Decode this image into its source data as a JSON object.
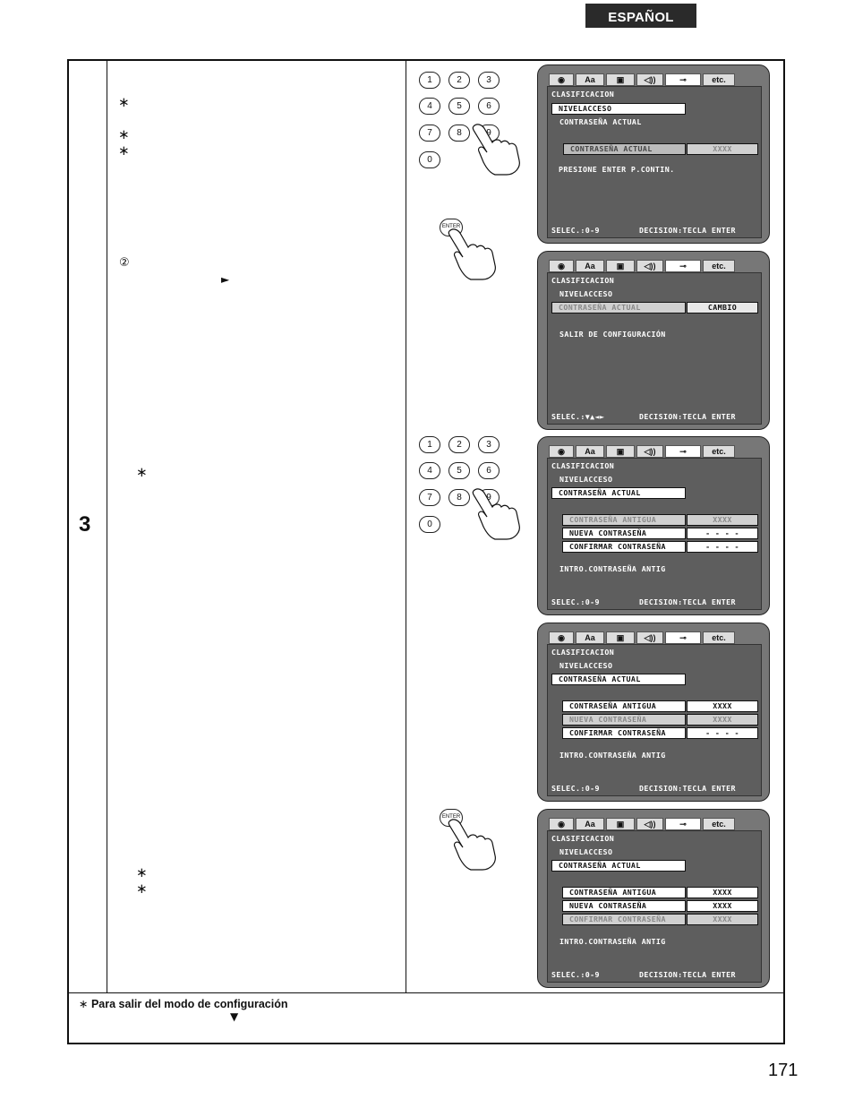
{
  "header": {
    "language": "ESPAÑOL"
  },
  "step": {
    "number": "3"
  },
  "left_column": {
    "asterisk": "∗",
    "circled_number": "②",
    "triangle_right": "►"
  },
  "footer_note": {
    "asterisk": "∗",
    "text": "Para salir del modo de configuración",
    "triangle_down": "▼"
  },
  "page_number": "171",
  "keypad": {
    "keys": [
      "1",
      "2",
      "3",
      "4",
      "5",
      "6",
      "7",
      "8",
      "9",
      "0"
    ]
  },
  "enter_label": "ENTER",
  "tabs": {
    "labels": [
      "",
      "",
      "",
      "",
      "",
      "etc."
    ]
  },
  "screens": [
    {
      "title": "CLASIFICACION",
      "row1": "NIVELACCESO",
      "row2": "CONTRASEÑA ACTUAL",
      "field_label": "CONTRASEÑA ACTUAL",
      "field_value": "XXXX",
      "message": "PRESIONE ENTER P.CONTIN.",
      "status_left": "SELEC.:0-9",
      "status_right": "DECISION:TECLA ENTER"
    },
    {
      "title": "CLASIFICACION",
      "row1": "NIVELACCESO",
      "row2": "CONTRASEÑA ACTUAL",
      "row2_value": "CAMBIO",
      "row3": "SALIR DE CONFIGURACIÓN",
      "status_left": "SELEC.:▼▲◄►",
      "status_right": "DECISION:TECLA ENTER"
    },
    {
      "title": "CLASIFICACION",
      "row1": "NIVELACCESO",
      "row2": "CONTRASEÑA ACTUAL",
      "fields": [
        {
          "label": "CONTRASEÑA ANTIGUA",
          "value": "XXXX"
        },
        {
          "label": "NUEVA CONTRASEÑA",
          "value": "- - - -"
        },
        {
          "label": "CONFIRMAR CONTRASEÑA",
          "value": "- - - -"
        }
      ],
      "message": "INTRO.CONTRASEÑA ANTIG",
      "status_left": "SELEC.:0-9",
      "status_right": "DECISION:TECLA ENTER"
    },
    {
      "title": "CLASIFICACION",
      "row1": "NIVELACCESO",
      "row2": "CONTRASEÑA ACTUAL",
      "fields": [
        {
          "label": "CONTRASEÑA ANTIGUA",
          "value": "XXXX"
        },
        {
          "label": "NUEVA CONTRASEÑA",
          "value": "XXXX"
        },
        {
          "label": "CONFIRMAR CONTRASEÑA",
          "value": "- - - -"
        }
      ],
      "message": "INTRO.CONTRASEÑA ANTIG",
      "status_left": "SELEC.:0-9",
      "status_right": "DECISION:TECLA ENTER"
    },
    {
      "title": "CLASIFICACION",
      "row1": "NIVELACCESO",
      "row2": "CONTRASEÑA ACTUAL",
      "fields": [
        {
          "label": "CONTRASEÑA ANTIGUA",
          "value": "XXXX"
        },
        {
          "label": "NUEVA CONTRASEÑA",
          "value": "XXXX"
        },
        {
          "label": "CONFIRMAR CONTRASEÑA",
          "value": "XXXX"
        }
      ],
      "message": "INTRO.CONTRASEÑA ANTIG",
      "status_left": "SELEC.:0-9",
      "status_right": "DECISION:TECLA ENTER"
    }
  ]
}
